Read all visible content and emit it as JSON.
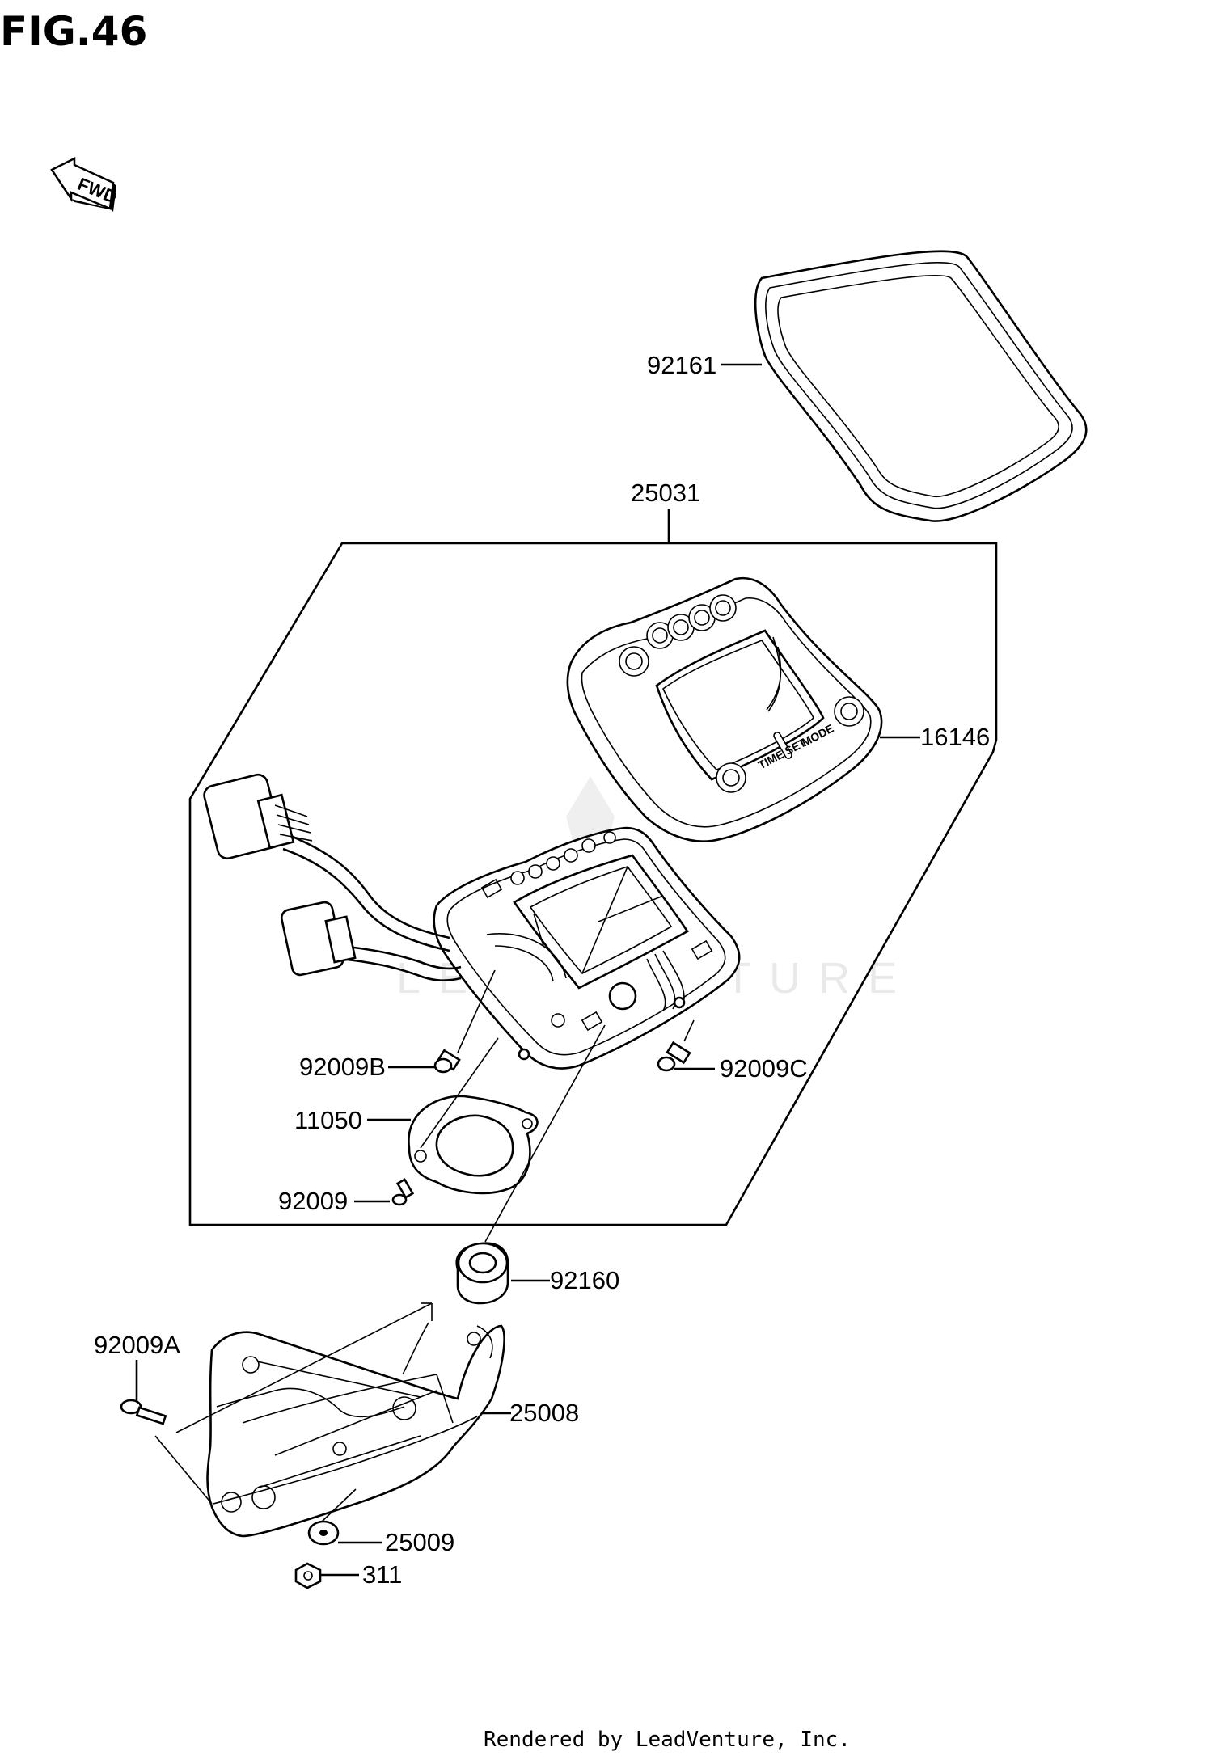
{
  "figure_title": "FIG.46",
  "direction_marker": {
    "text": "FWD",
    "icon": "forward-arrow-icon"
  },
  "watermark": "LEADVENTURE",
  "footer": "Rendered by LeadVenture, Inc.",
  "assembly_label": "25031",
  "parts": {
    "p92161": "92161",
    "p16146": "16146",
    "p92009B": "92009B",
    "p92009C": "92009C",
    "p11050": "11050",
    "p92009": "92009",
    "p92160": "92160",
    "p92009A": "92009A",
    "p25008": "25008",
    "p25009": "25009",
    "p311": "311"
  },
  "meter_labels": {
    "time_set": "TIME SET",
    "mode": "MODE"
  }
}
